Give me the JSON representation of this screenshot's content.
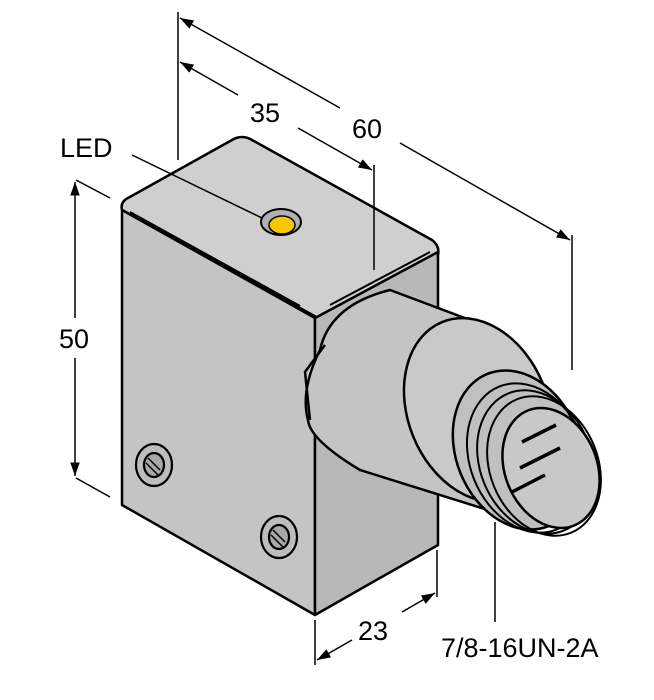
{
  "labels": {
    "led": "LED",
    "dim_length_total": "60",
    "dim_length_body": "35",
    "dim_height": "50",
    "dim_width": "23",
    "thread": "7/8-16UN-2A"
  },
  "colors": {
    "body_light": "#cfcfcf",
    "body_mid": "#c2c2c2",
    "body_dark": "#b4b4b4",
    "led": "#f6c800",
    "line": "#000000"
  }
}
